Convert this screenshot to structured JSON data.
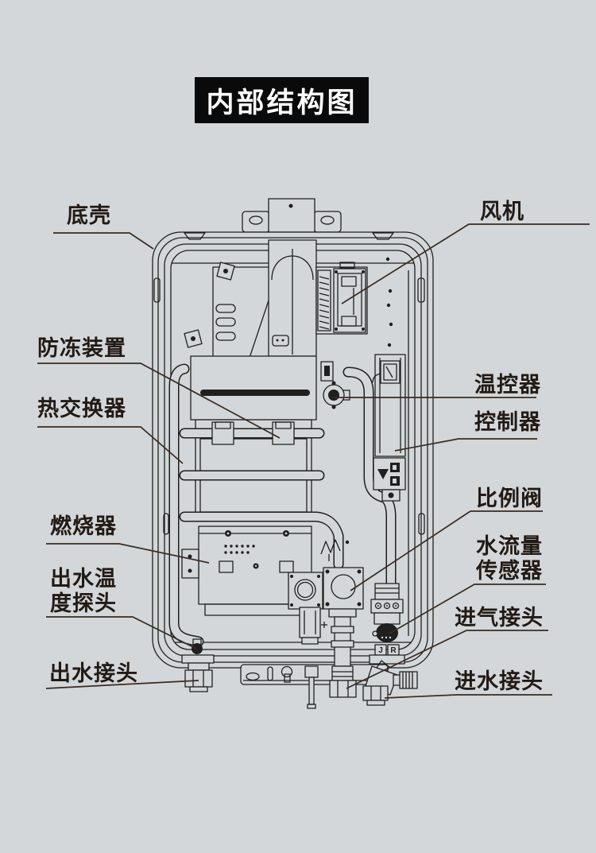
{
  "title": "内部结构图",
  "diagram": {
    "labels": {
      "bottom_shell": "底壳",
      "fan": "风机",
      "antifreeze_device": "防冻装置",
      "heat_exchanger": "热交换器",
      "thermostat": "温控器",
      "controller": "控制器",
      "burner": "燃烧器",
      "outlet_temp_probe_line1": "出水温",
      "outlet_temp_probe_line2": "度探头",
      "outlet_connector": "出水接头",
      "proportional_valve": "比例阀",
      "water_flow_sensor_line1": "水流量",
      "water_flow_sensor_line2": "传感器",
      "gas_inlet_connector": "进气接头",
      "water_inlet_connector": "进水接头"
    },
    "part_marks": {
      "flow_sensor_mark_left": "J",
      "flow_sensor_mark_right": "R"
    },
    "colors": {
      "background": "#d3d7d9",
      "drawing_line": "#1f1f1f",
      "leader_line": "#3a2b22",
      "title_background": "#0a0a0a",
      "title_text": "#ffffff",
      "label_text": "#221a15"
    }
  }
}
